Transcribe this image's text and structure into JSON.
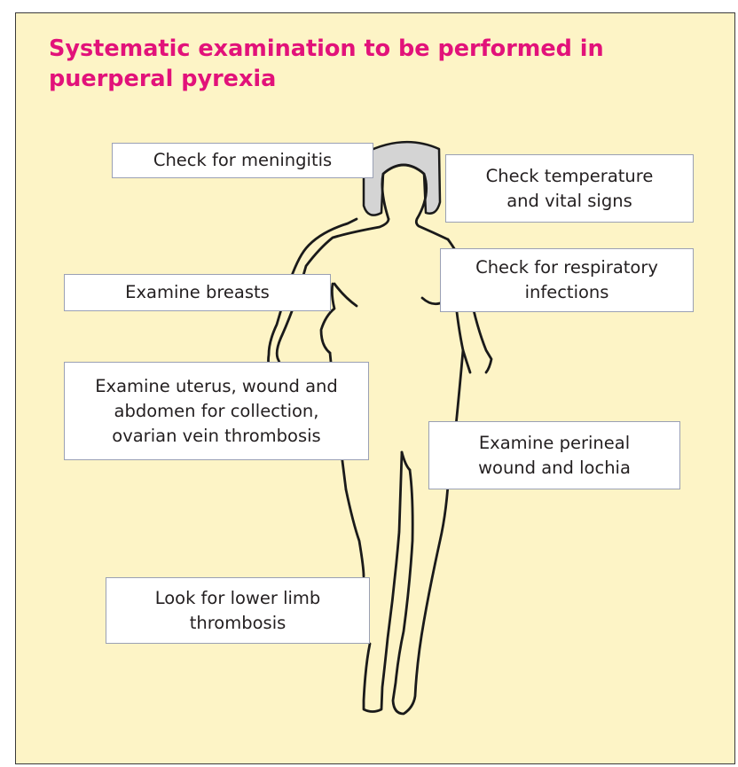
{
  "title": "Systematic examination to be performed in puerperal pyrexia",
  "colors": {
    "background": "#fdf4c6",
    "title": "#e2127a",
    "hair": "#d4d4d4",
    "outline": "#1a1a1a",
    "box_border": "#9aa0b4"
  },
  "labels": {
    "meningitis": "Check for meningitis",
    "temperature": "Check temperature\nand vital signs",
    "breasts": "Examine breasts",
    "respiratory": "Check for respiratory\ninfections",
    "uterus": "Examine uterus, wound and\nabdomen for collection,\novarian vein thrombosis",
    "perineal": "Examine perineal\nwound and lochia",
    "limb": "Look for lower limb\nthrombosis"
  }
}
